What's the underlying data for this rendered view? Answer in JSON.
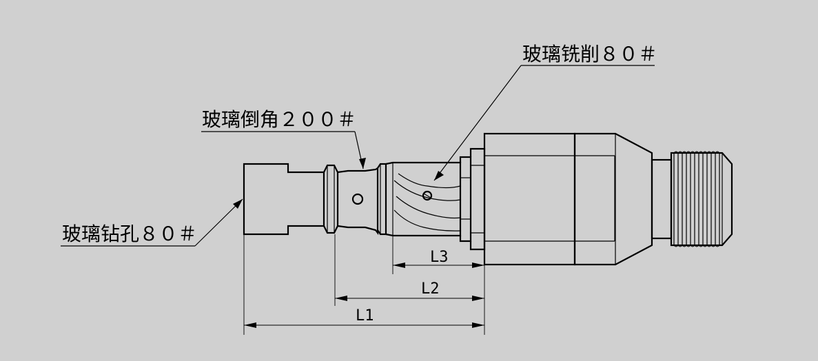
{
  "colors": {
    "background": "#d0d0d0",
    "ink": "#000000"
  },
  "callouts": {
    "drill": "玻璃钻孔８０＃",
    "chamfer": "玻璃倒角２００＃",
    "milling": "玻璃铣削８０＃"
  },
  "dimensions": {
    "l1": "L1",
    "l2": "L2",
    "l3": "L3"
  }
}
